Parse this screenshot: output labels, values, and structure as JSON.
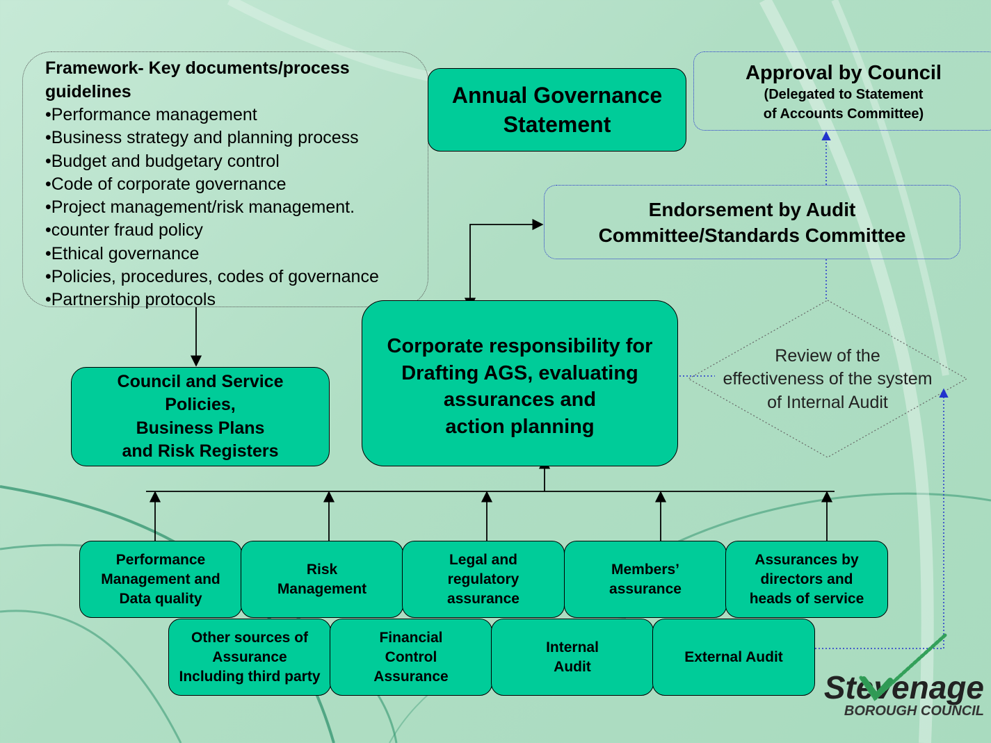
{
  "framework": {
    "title": "Framework- Key documents/process\nguidelines",
    "items": [
      "•Performance management",
      "•Business strategy and planning process",
      "•Budget and budgetary control",
      "•Code of corporate governance",
      "•Project management/risk management.",
      "•counter fraud policy",
      "•Ethical governance",
      "•Policies, procedures, codes of governance",
      "•Partnership protocols"
    ]
  },
  "ags": "Annual Governance\nStatement",
  "approval": {
    "title": "Approval by Council",
    "subtitle": "(Delegated to Statement\nof Accounts Committee)"
  },
  "endorsement": "Endorsement  by Audit\nCommittee/Standards Committee",
  "corporate": "Corporate responsibility for\nDrafting AGS, evaluating\nassurances and\naction planning",
  "policies": "Council and Service\nPolicies,\nBusiness Plans\nand Risk Registers",
  "review": "Review of the\neffectiveness of the system\nof Internal Audit",
  "assurances_row1": [
    "Performance\nManagement and\nData quality",
    "Risk\nManagement",
    "Legal and\nregulatory\nassurance",
    "Members’\nassurance",
    "Assurances by\ndirectors and\nheads of service"
  ],
  "assurances_row2": [
    "Other sources of\nAssurance\nIncluding third party",
    "Financial\nControl\nAssurance",
    "Internal\nAudit",
    "External Audit"
  ],
  "logo": {
    "name": "Stevenage",
    "sub": "BOROUGH COUNCIL"
  },
  "colors": {
    "box_fill": "#00cc99",
    "dotted_blue": "#2233cc",
    "background": "#b0dec4"
  }
}
